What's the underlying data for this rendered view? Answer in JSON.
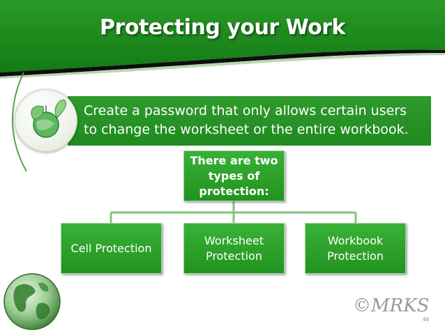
{
  "slide": {
    "title": "Protecting your Work",
    "intro_lines": [
      "Create a password that only allows certain users",
      "to change the worksheet or the entire workbook."
    ],
    "diagram": {
      "root": "There are two types of protection:",
      "root_lines": [
        "There are two",
        "types of",
        "protection:"
      ],
      "children": [
        {
          "label_lines": [
            "Cell Protection"
          ]
        },
        {
          "label_lines": [
            "Worksheet",
            "Protection"
          ]
        },
        {
          "label_lines": [
            "Workbook",
            "Protection"
          ]
        }
      ]
    },
    "copyright": "©MRKS",
    "page_number": "44"
  },
  "colors": {
    "banner_green": "#1f8a1f",
    "box_green": "#2fa52c",
    "text_white": "#ffffff",
    "copyright_gray": "#9a9a9a"
  },
  "icons": [
    "leaf-globe-icon",
    "earth-globe-icon"
  ]
}
